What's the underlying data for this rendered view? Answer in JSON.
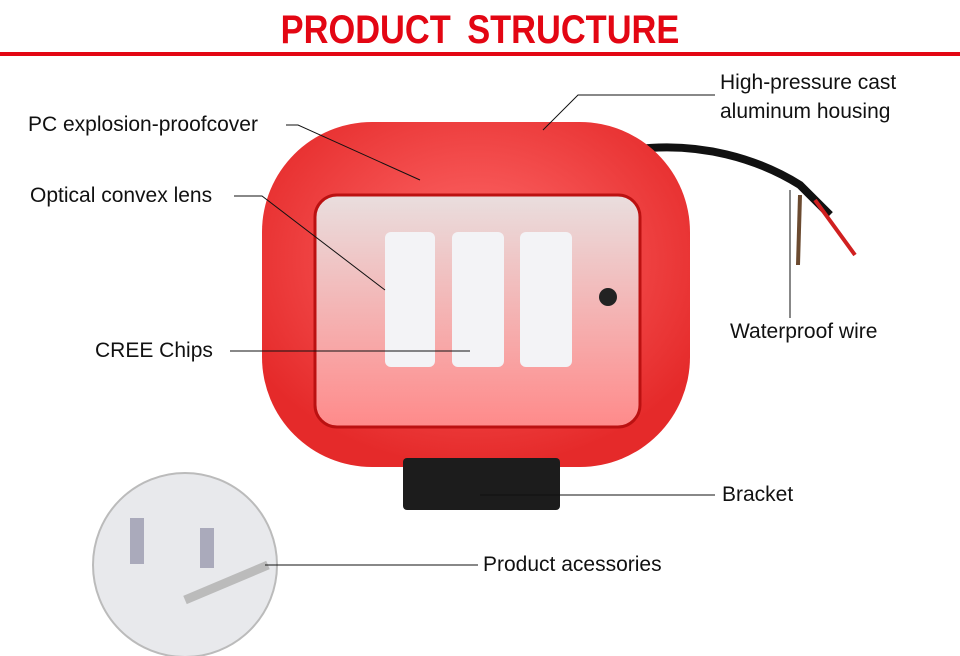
{
  "title": "PRODUCT  STRUCTURE",
  "labels": {
    "housing_line1": "High-pressure cast",
    "housing_line2": "aluminum housing",
    "cover": "PC explosion-proofcover",
    "lens": "Optical convex lens",
    "chips": "CREE Chips",
    "wire": "Waterproof wire",
    "bracket": "Bracket",
    "accessories": "Product acessories"
  },
  "colors": {
    "accent": "#e30613",
    "housing": "#f03a3a",
    "bracket": "#1c1c1c"
  }
}
